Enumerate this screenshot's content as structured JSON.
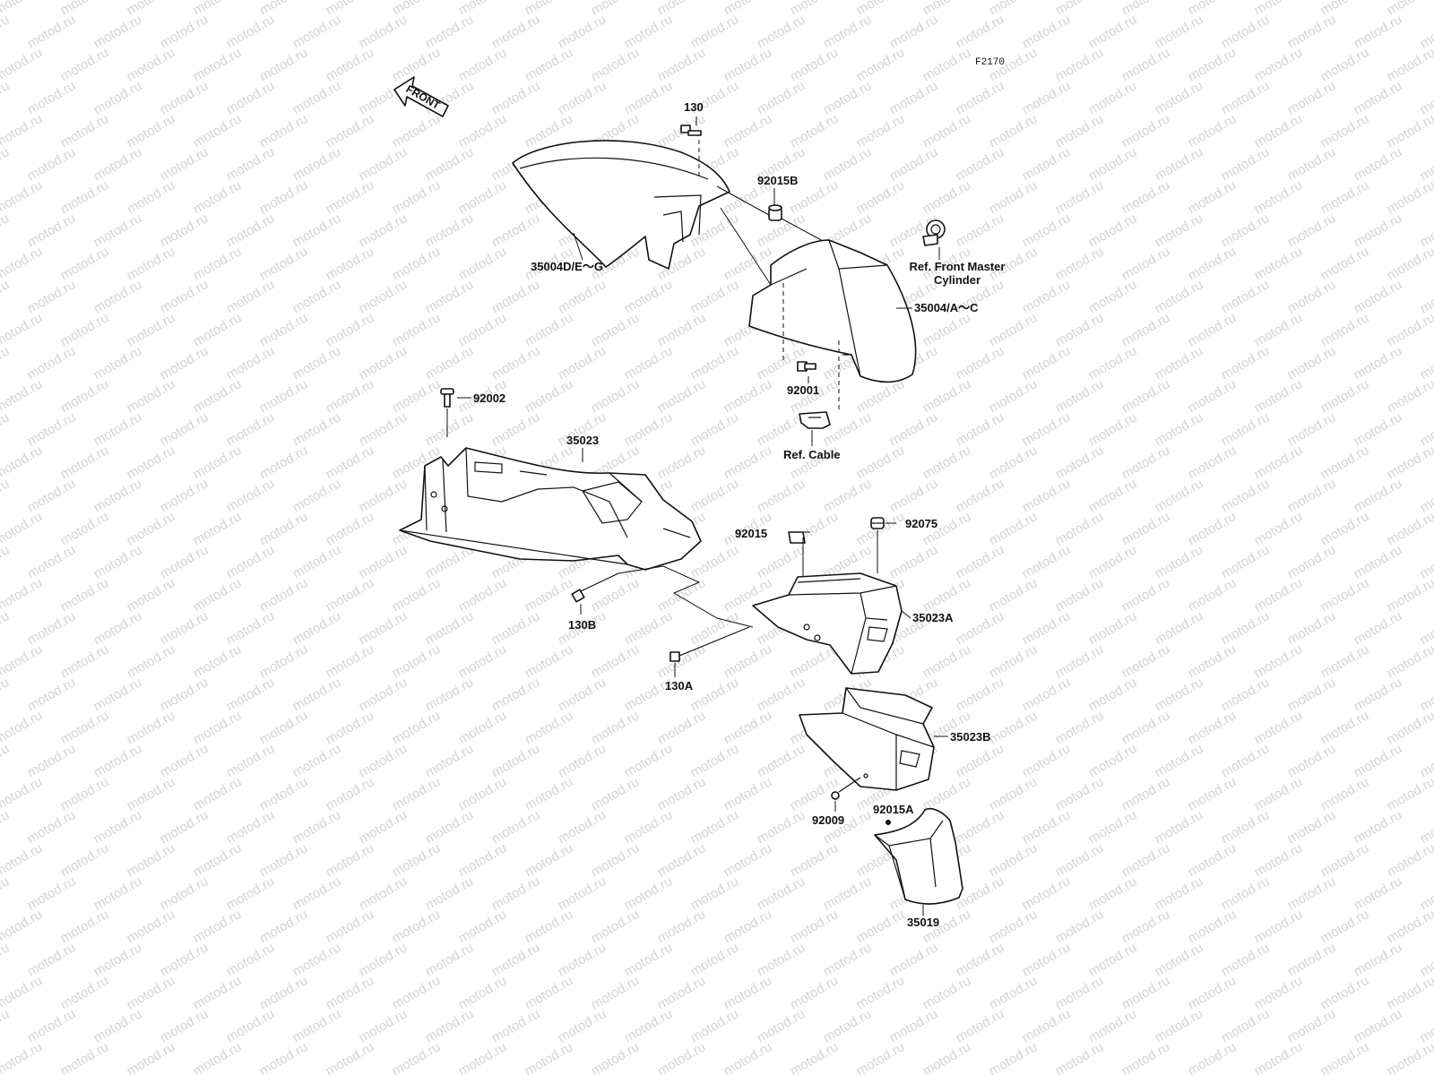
{
  "figure_code": "F2170",
  "front_arrow_text": "FRONT",
  "watermark_text": "motod.ru",
  "labels": {
    "p130": "130",
    "p92015B": "92015B",
    "p35004DEG": "35004D/E～G",
    "ref_front_master": "Ref. Front Master",
    "ref_front_master_2": "Cylinder",
    "p35004AC": "35004/A～C",
    "p92001": "92001",
    "ref_cable": "Ref. Cable",
    "p92002": "92002",
    "p35023": "35023",
    "p92015": "92015",
    "p92075": "92075",
    "p130B": "130B",
    "p35023A": "35023A",
    "p130A": "130A",
    "p35023B": "35023B",
    "p92009": "92009",
    "p92015A": "92015A",
    "p35019": "35019"
  }
}
